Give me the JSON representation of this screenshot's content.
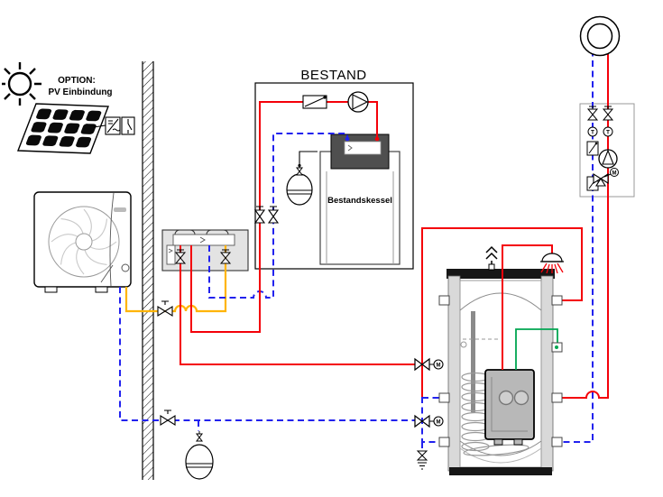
{
  "labels": {
    "option_line1": "OPTION:",
    "option_line2": "PV Einbindung",
    "bestand_title": "BESTAND",
    "boiler_name": "Bestandskessel",
    "motor": "M",
    "thermometer": "T"
  },
  "colors": {
    "flow_red": "#f40009",
    "return_blue": "#2222ee",
    "pv_yellow": "#ffb405",
    "sensor_green": "#00a651",
    "insulation_gray": "#d9d9d9",
    "module_gray": "#b8b8b8",
    "boiler_cap_gray": "#4f4f4f"
  }
}
